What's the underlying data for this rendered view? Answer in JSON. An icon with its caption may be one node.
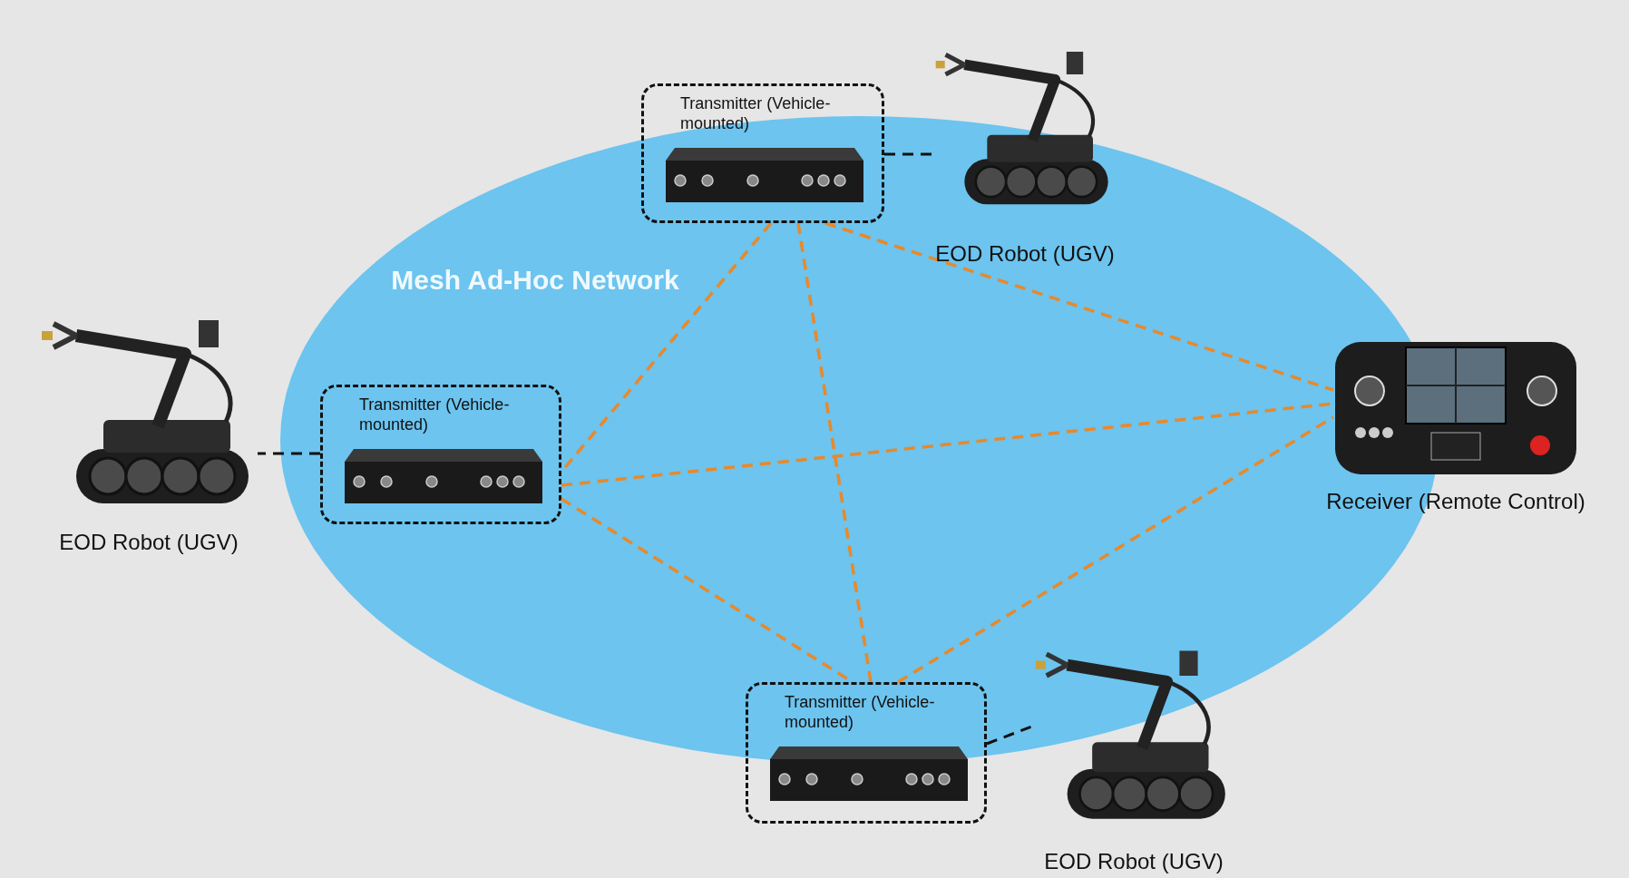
{
  "diagram": {
    "nodes": [
      {
        "text": [
          "Mesh Ad-Hoc Network"
        ]
      },
      {
        "text": [
          "Transmitter (Vehicle-mounted)"
        ]
      },
      {
        "text": [],
        "shape": "picture",
        "beside": [
          "EOD Robot (UGV)"
        ]
      },
      {
        "text": [],
        "shape": "picture",
        "beside": [
          "EOD Robot (UGV)"
        ]
      },
      {
        "text": [
          "Transmitter (Vehicle-mounted)"
        ],
        "in": 0
      },
      {
        "text": [],
        "shape": "picture",
        "beside": [
          "Receiver (Remote Control)"
        ]
      },
      {
        "text": [
          "Transmitter (Vehicle-mounted)"
        ]
      },
      {
        "text": [],
        "shape": "picture",
        "beside": [
          "EOD Robot (UGV)"
        ]
      }
    ],
    "edges": [
      {
        "from": 1,
        "to": 2,
        "arrow": "none",
        "style": "dashed",
        "color": "#111111"
      },
      {
        "from": 4,
        "to": 3,
        "arrow": "none",
        "style": "dashed",
        "color": "#111111"
      },
      {
        "from": 6,
        "to": 7,
        "arrow": "none",
        "style": "dashed",
        "color": "#111111"
      },
      {
        "from": 1,
        "to": 4,
        "arrow": "none",
        "style": "dashed"
      },
      {
        "from": 1,
        "to": 6,
        "arrow": "none",
        "style": "dashed"
      },
      {
        "from": 1,
        "to": 5,
        "arrow": "none",
        "style": "dashed"
      },
      {
        "from": 4,
        "to": 5,
        "arrow": "none",
        "style": "dashed"
      },
      {
        "from": 4,
        "to": 6,
        "arrow": "none",
        "style": "dashed"
      },
      {
        "from": 6,
        "to": 5,
        "arrow": "none",
        "style": "dashed"
      }
    ]
  }
}
